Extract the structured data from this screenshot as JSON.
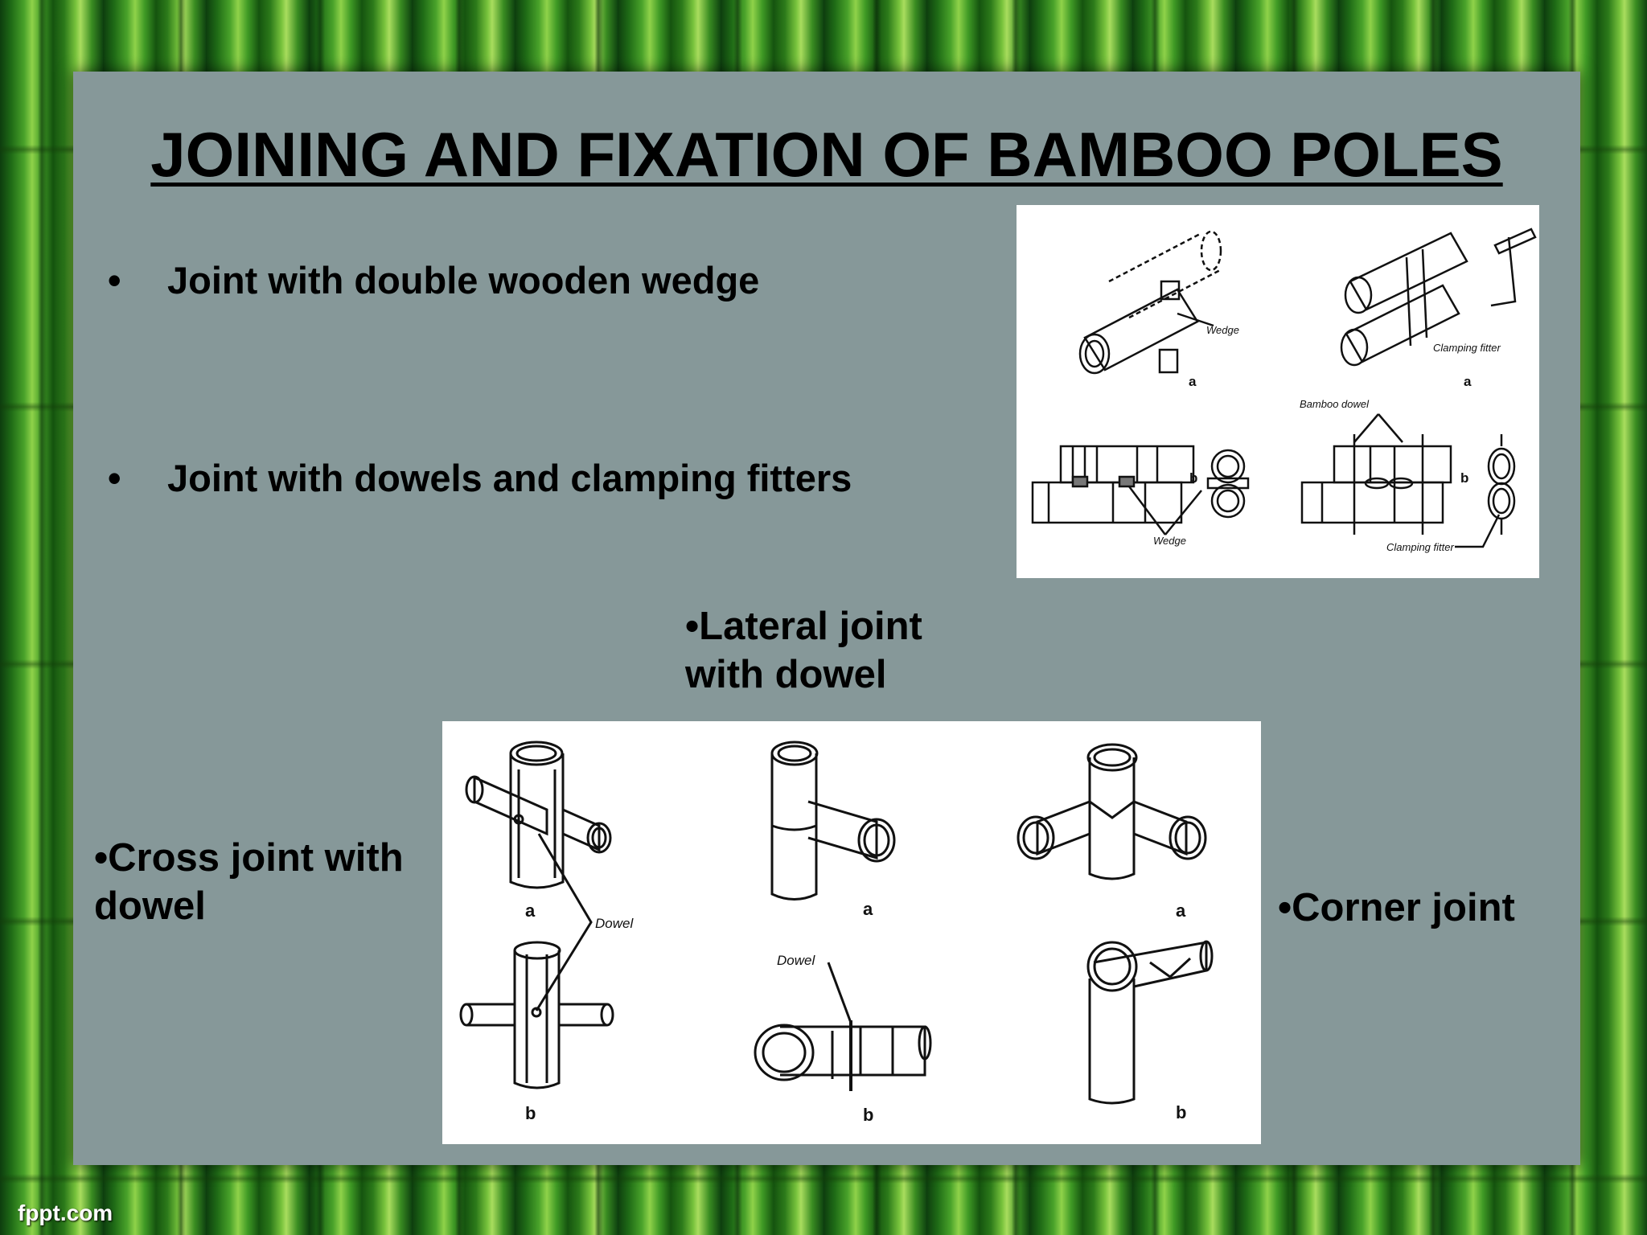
{
  "slide": {
    "title": "JOINING AND FIXATION OF BAMBOO POLES",
    "bullet_1": "Joint with double wooden wedge",
    "bullet_2": "Joint with dowels and clamping fitters",
    "bullet_glyph": "•",
    "lateral_label": "•Lateral joint with dowel",
    "cross_label": "•Cross joint with dowel",
    "corner_label": "•Corner joint"
  },
  "figure_top": {
    "wedge": "Wedge",
    "clamping_fitter": "Clamping fitter",
    "bamboo_dowel": "Bamboo dowel",
    "a": "a",
    "b": "b"
  },
  "figure_bottom": {
    "dowel": "Dowel",
    "a": "a",
    "b": "b"
  },
  "watermark": "fppt.com",
  "colors": {
    "panel": "#869899",
    "text": "#000000"
  }
}
